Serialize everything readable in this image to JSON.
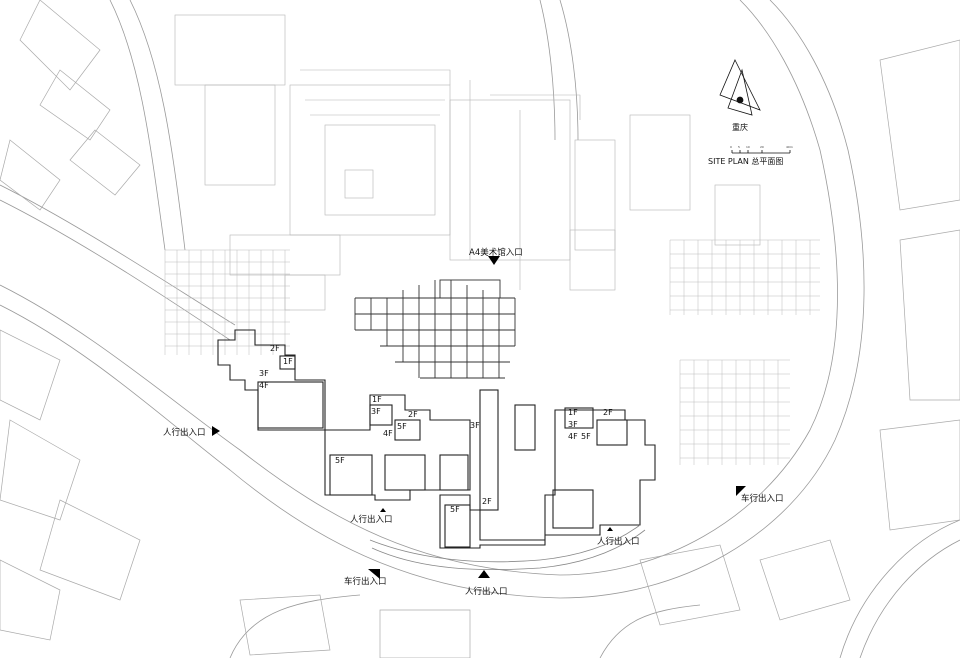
{
  "compass": {
    "label": "重庆"
  },
  "scale": {
    "title": "SITE PLAN  总平面图",
    "ticks": [
      "0",
      "5",
      "10",
      "20",
      "40m"
    ]
  },
  "entrances": {
    "museum": "A4美术馆入口",
    "ped_left": "人行出入口",
    "ped_bottom_left": "人行出入口",
    "ped_bottom_center": "人行出入口",
    "ped_bottom_right": "人行出入口",
    "car_right": "车行出入口",
    "car_bottom_left": "车行出入口"
  },
  "floors": {
    "f2_a": "2F",
    "f1_a": "1F",
    "f3_a": "3F",
    "f4_a": "4F",
    "f1_b": "1F",
    "f3_b": "3F",
    "f2_b": "2F",
    "f5_b": "5F",
    "f4_b": "4F",
    "f5_c": "5F",
    "f3_c": "3F",
    "f2_c": "2F",
    "f5_d": "5F",
    "f1_e": "1F",
    "f2_e": "2F",
    "f3_e": "3F",
    "f4_e": "4F",
    "f5_e": "5F"
  }
}
